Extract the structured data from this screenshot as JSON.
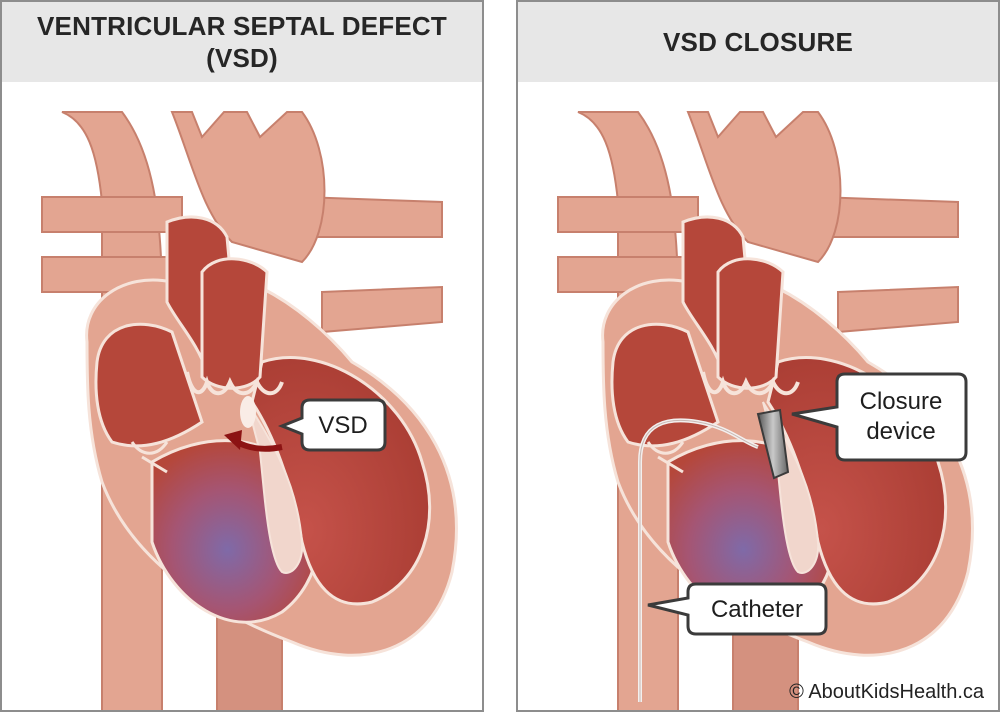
{
  "left_panel": {
    "title_line1": "VENTRICULAR SEPTAL DEFECT",
    "title_line2": "(VSD)",
    "callout": "VSD"
  },
  "right_panel": {
    "title": "VSD CLOSURE",
    "callout_device_line1": "Closure",
    "callout_device_line2": "device",
    "callout_catheter": "Catheter",
    "copyright": "© AboutKidsHealth.ca"
  },
  "colors": {
    "vessel": "#e3a591",
    "vessel_dark": "#c8705e",
    "chamber": "#b5473a",
    "blood_mixed": "#8a5a8c",
    "outline": "#f6e3da",
    "header_bg": "#e7e7e7",
    "arrow": "#8c1313",
    "device": "#7c7c7c"
  }
}
